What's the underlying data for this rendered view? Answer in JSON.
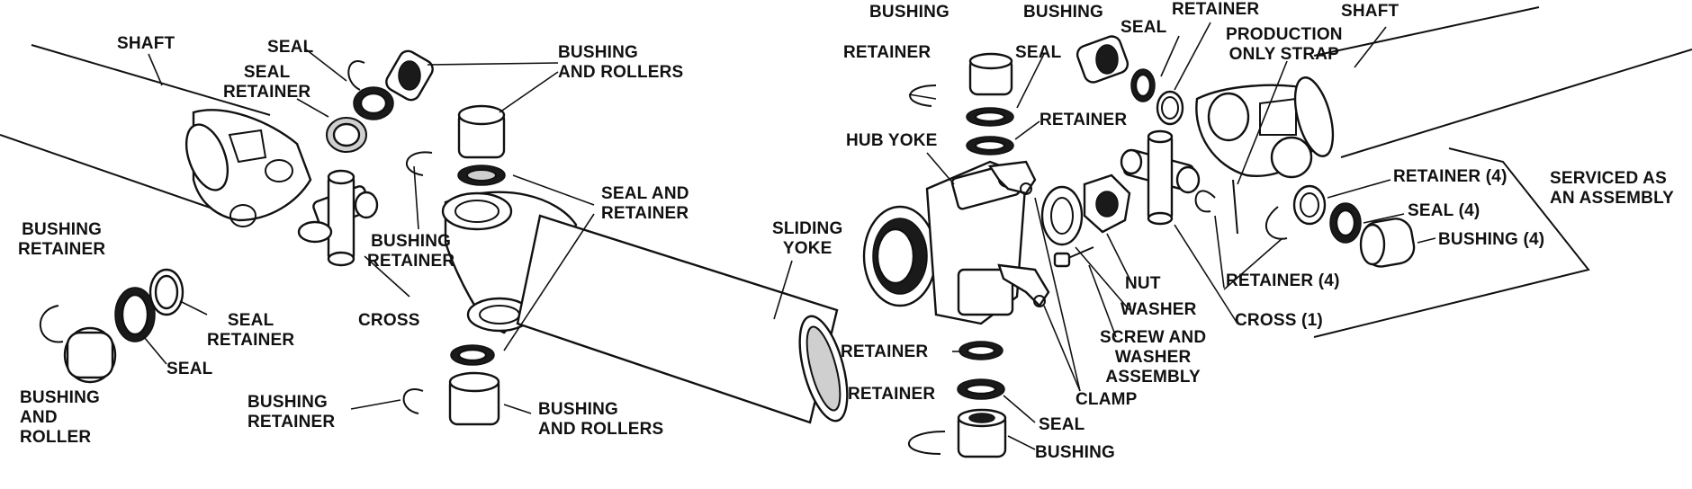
{
  "diagram": {
    "title": "Propeller shaft universal joint components (exploded view)",
    "colors": {
      "ink": "#111111",
      "background": "#ffffff"
    }
  },
  "labels": {
    "shaft_left": "SHAFT",
    "seal_top_left": "SEAL",
    "seal_retainer_top_left": [
      "SEAL",
      "RETAINER"
    ],
    "bushing_and_rollers_top": [
      "BUSHING",
      "AND ROLLERS"
    ],
    "seal_and_retainer": [
      "SEAL AND",
      "RETAINER"
    ],
    "bushing_retainer_left": [
      "BUSHING",
      "RETAINER"
    ],
    "bushing_retainer_mid": [
      "BUSHING",
      "RETAINER"
    ],
    "cross_left": "CROSS",
    "seal_retainer_left": [
      "SEAL",
      "RETAINER"
    ],
    "seal_left": "SEAL",
    "bushing_and_roller_left": [
      "BUSHING",
      "AND",
      "ROLLER"
    ],
    "bushing_retainer_bottom": [
      "BUSHING",
      "RETAINER"
    ],
    "bushing_and_rollers_bottom": [
      "BUSHING",
      "AND ROLLERS"
    ],
    "sliding_yoke": [
      "SLIDING",
      "YOKE"
    ],
    "bushing_top_center": "BUSHING",
    "retainer_top_center": "RETAINER",
    "seal_top_center": "SEAL",
    "retainer_mid_center": "RETAINER",
    "hub_yoke": "HUB YOKE",
    "bushing_top_right": "BUSHING",
    "seal_top_right": "SEAL",
    "retainer_top_right": "RETAINER",
    "production_only_strap": [
      "PRODUCTION",
      "ONLY STRAP"
    ],
    "shaft_right": "SHAFT",
    "retainer_4_upper": "RETAINER (4)",
    "serviced_as_assembly": [
      "SERVICED AS",
      "AN ASSEMBLY"
    ],
    "seal_4": "SEAL (4)",
    "bushing_4": "BUSHING (4)",
    "retainer_4_lower": "RETAINER (4)",
    "nut": "NUT",
    "washer": "WASHER",
    "cross_1": "CROSS (1)",
    "screw_and_washer_assembly": [
      "SCREW AND",
      "WASHER",
      "ASSEMBLY"
    ],
    "retainer_lower_center": "RETAINER",
    "clamp": "CLAMP",
    "retainer_bottom_center": "RETAINER",
    "seal_bottom_center": "SEAL",
    "bushing_bottom_center": "BUSHING"
  }
}
